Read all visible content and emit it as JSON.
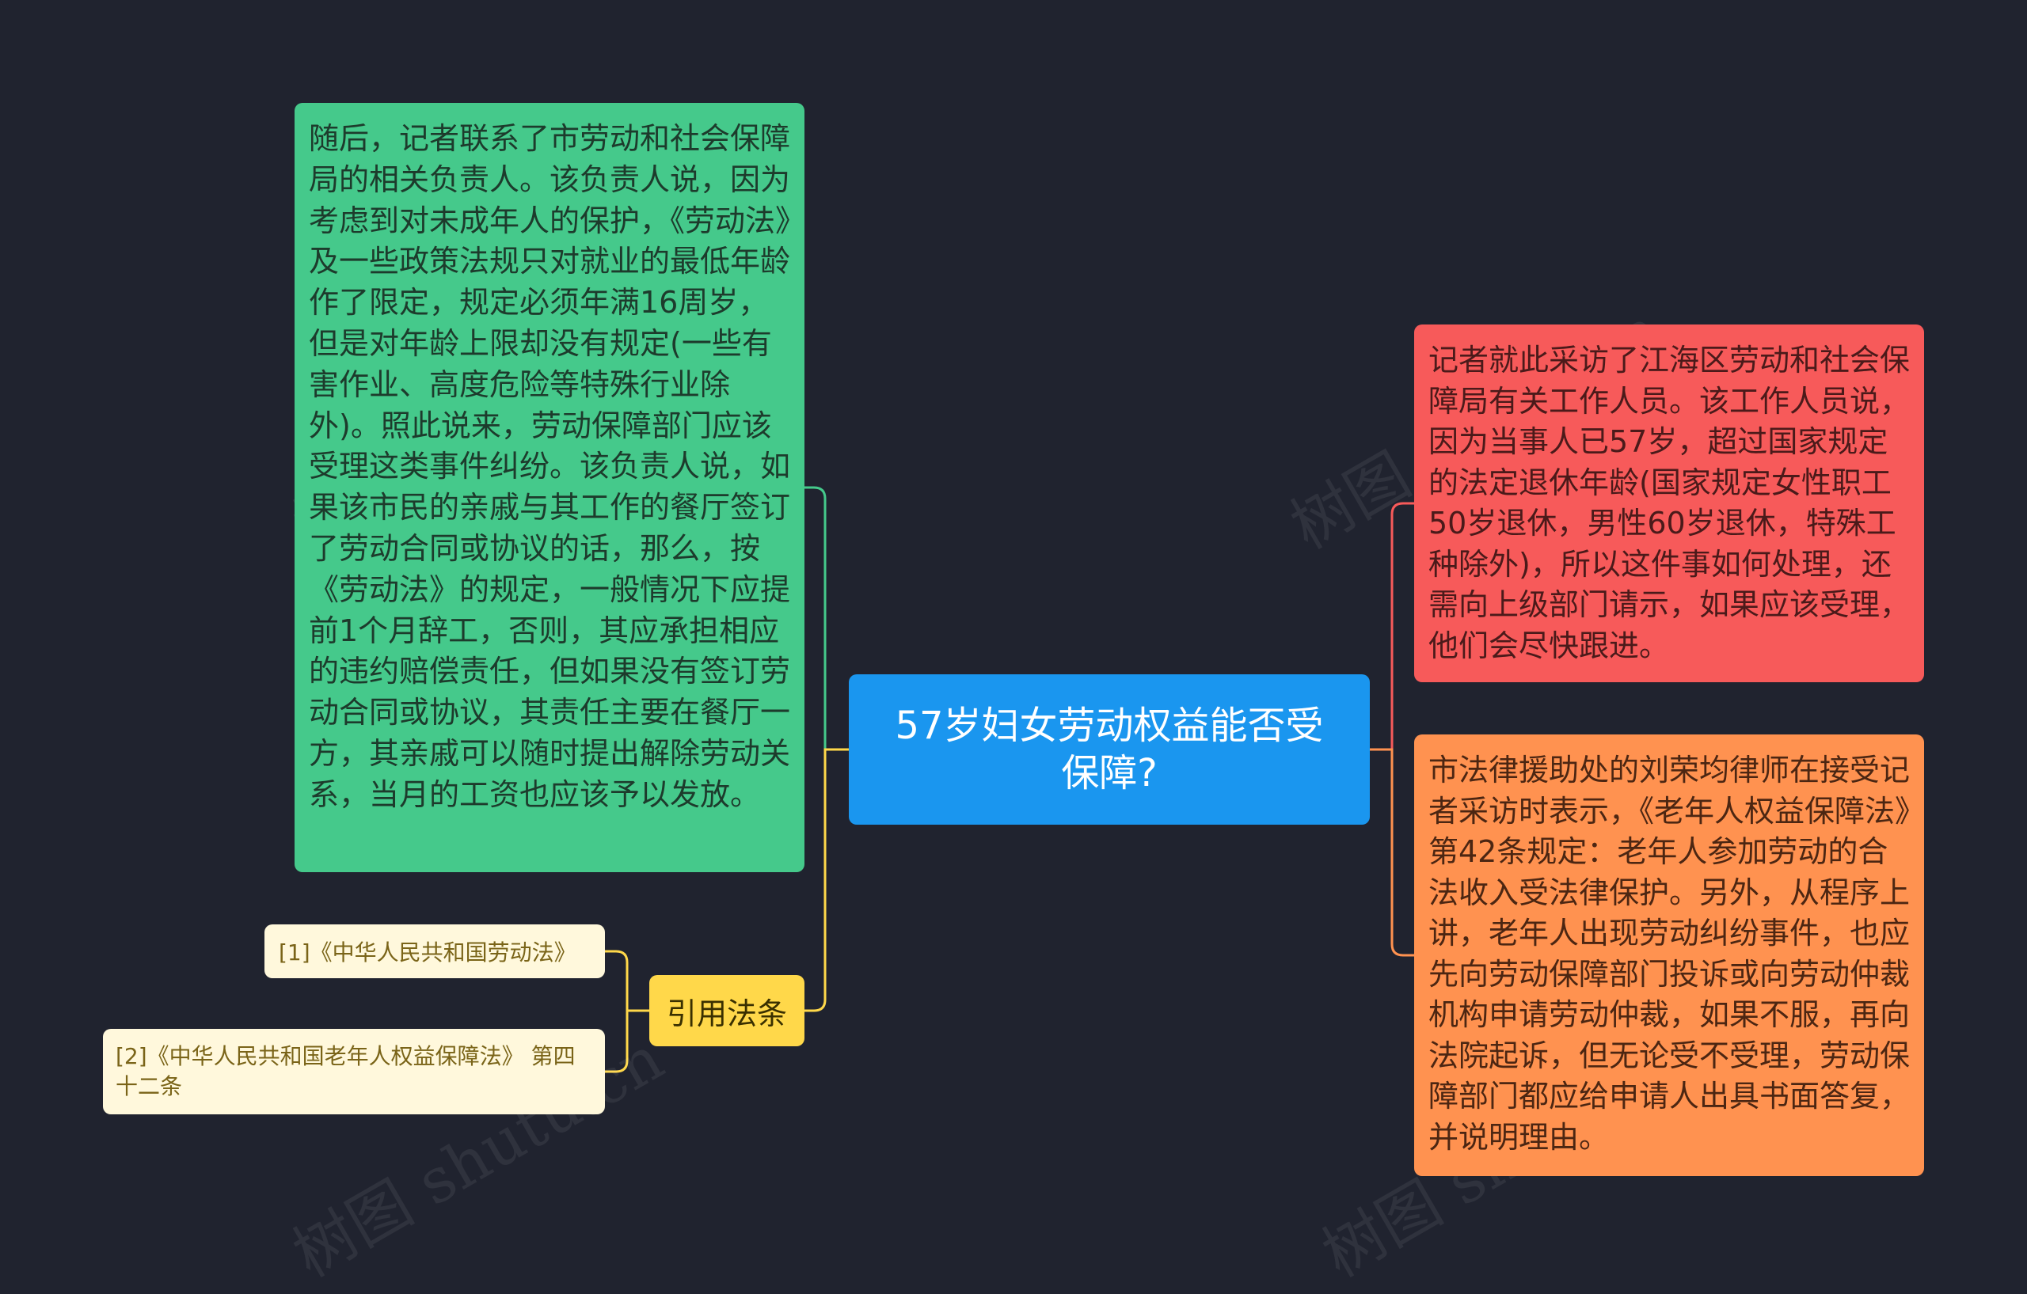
{
  "mindmap": {
    "center": {
      "label": "57岁妇女劳动权益能否受保障?",
      "color": "#1a96ef"
    },
    "left_branches": [
      {
        "text": "随后，记者联系了市劳动和社会保障局的相关负责人。该负责人说，因为考虑到对未成年人的保护，《劳动法》及一些政策法规只对就业的最低年龄作了限定，规定必须年满16周岁，但是对年龄上限却没有规定(一些有害作业、高度危险等特殊行业除外)。照此说来，劳动保障部门应该受理这类事件纠纷。该负责人说，如果该市民的亲戚与其工作的餐厅签订了劳动合同或协议的话，那么，按《劳动法》的规定，一般情况下应提前1个月辞工，否则，其应承担相应的违约赔偿责任，但如果没有签订劳动合同或协议，其责任主要在餐厅一方，其亲戚可以随时提出解除劳动关系，当月的工资也应该予以发放。",
        "color": "#45c98b"
      },
      {
        "label": "引用法条",
        "color": "#ffd84a",
        "children": [
          {
            "text": "[1]《中华人民共和国劳动法》"
          },
          {
            "text": "[2]《中华人民共和国老年人权益保障法》 第四十二条"
          }
        ]
      }
    ],
    "right_branches": [
      {
        "text": "记者就此采访了江海区劳动和社会保障局有关工作人员。该工作人员说，因为当事人已57岁，超过国家规定的法定退休年龄(国家规定女性职工50岁退休，男性60岁退休，特殊工种除外)，所以这件事如何处理，还需向上级部门请示，如果应该受理，他们会尽快跟进。",
        "color": "#f75a5a"
      },
      {
        "text": "市法律援助处的刘荣均律师在接受记者采访时表示，《老年人权益保障法》第42条规定：老年人参加劳动的合法收入受法律保护。另外，从程序上讲，老年人出现劳动纠纷事件，也应先向劳动保障部门投诉或向劳动仲裁机构申请劳动仲裁，如果不服，再向法院起诉，但无论受不受理，劳动保障部门都应给申请人出具书面答复，并说明理由。",
        "color": "#ff9250"
      }
    ]
  }
}
